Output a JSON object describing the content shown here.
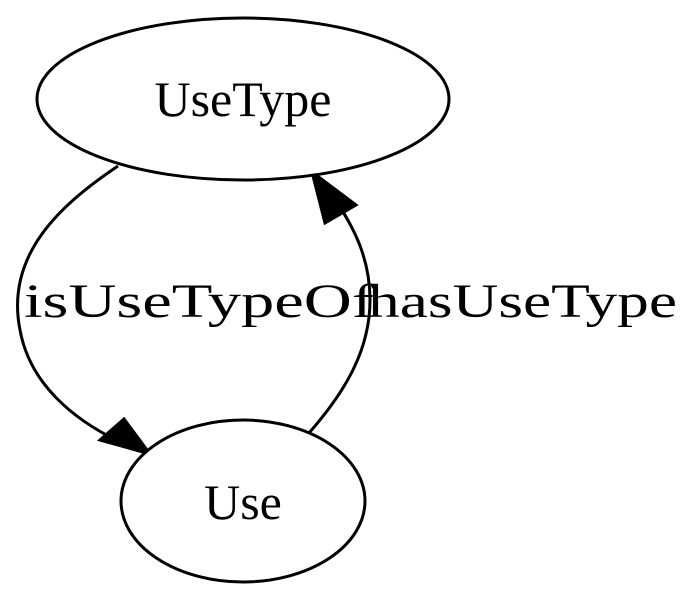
{
  "diagram": {
    "type": "directed-graph",
    "nodes": [
      {
        "id": "usetype",
        "label": "UseType"
      },
      {
        "id": "use",
        "label": "Use"
      }
    ],
    "edges": [
      {
        "from": "usetype",
        "to": "use",
        "label": "isUseTypeOf"
      },
      {
        "from": "use",
        "to": "usetype",
        "label": "hasUseType"
      }
    ],
    "colors": {
      "background": "#ffffff",
      "stroke": "#000000",
      "text": "#000000"
    }
  }
}
